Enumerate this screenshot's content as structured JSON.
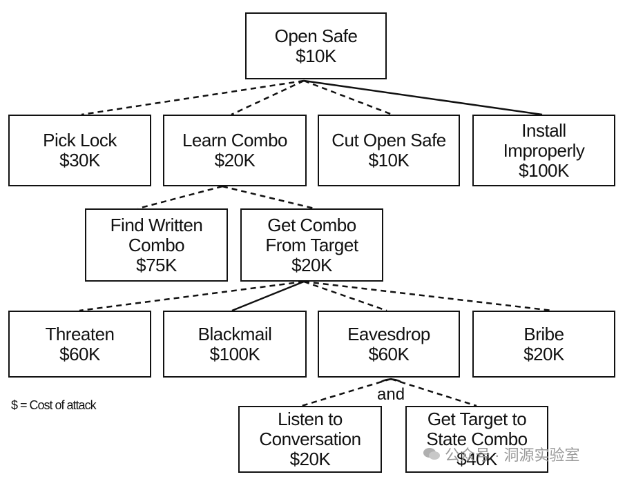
{
  "nodes": {
    "open_safe": {
      "lines": [
        "Open Safe",
        "$10K"
      ]
    },
    "pick_lock": {
      "lines": [
        "Pick Lock",
        "$30K"
      ]
    },
    "learn_combo": {
      "lines": [
        "Learn Combo",
        "$20K"
      ]
    },
    "cut_open_safe": {
      "lines": [
        "Cut Open Safe",
        "$10K"
      ]
    },
    "install_improperly": {
      "lines": [
        "Install",
        "Improperly",
        "$100K"
      ]
    },
    "find_written_combo": {
      "lines": [
        "Find Written",
        "Combo",
        "$75K"
      ]
    },
    "get_combo_from_target": {
      "lines": [
        "Get Combo",
        "From Target",
        "$20K"
      ]
    },
    "threaten": {
      "lines": [
        "Threaten",
        "$60K"
      ]
    },
    "blackmail": {
      "lines": [
        "Blackmail",
        "$100K"
      ]
    },
    "eavesdrop": {
      "lines": [
        "Eavesdrop",
        "$60K"
      ]
    },
    "bribe": {
      "lines": [
        "Bribe",
        "$20K"
      ]
    },
    "listen_to_conversation": {
      "lines": [
        "Listen to",
        "Conversation",
        "$20K"
      ]
    },
    "get_target_to_state_combo": {
      "lines": [
        "Get Target to",
        "State Combo",
        "$40K"
      ]
    }
  },
  "and_label": "and",
  "legend": "$ = Cost of attack",
  "watermark": "公众号 · 洞源实验室"
}
